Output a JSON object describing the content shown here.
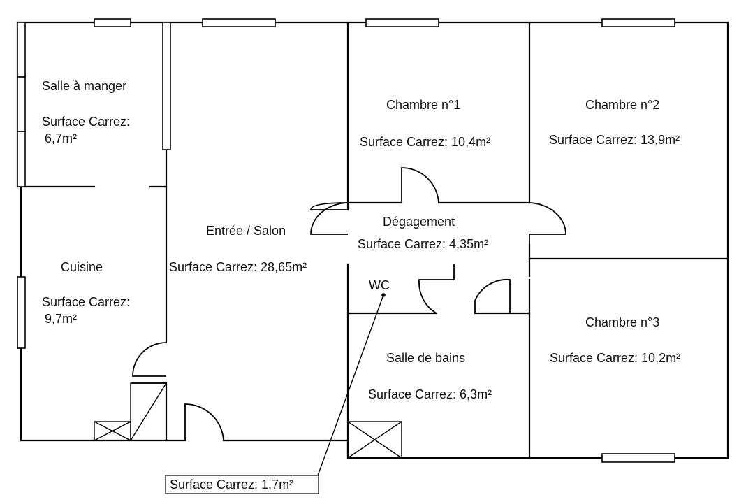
{
  "rooms": {
    "salle_a_manger": {
      "name": "Salle à manger",
      "area_label": "Surface Carrez:",
      "area_value": "6,7m²"
    },
    "cuisine": {
      "name": "Cuisine",
      "area_label": "Surface Carrez:",
      "area_value": "9,7m²"
    },
    "entree_salon": {
      "name": "Entrée / Salon",
      "area": "Surface Carrez: 28,65m²"
    },
    "chambre_1": {
      "name": "Chambre n°1",
      "area": "Surface Carrez: 10,4m²"
    },
    "chambre_2": {
      "name": "Chambre n°2",
      "area": "Surface Carrez: 13,9m²"
    },
    "degagement": {
      "name": "Dégagement",
      "area": "Surface Carrez: 4,35m²"
    },
    "wc": {
      "name": "WC",
      "area": "Surface Carrez: 1,7m²"
    },
    "salle_de_bains": {
      "name": "Salle de bains",
      "area": "Surface Carrez: 6,3m²"
    },
    "chambre_3": {
      "name": "Chambre n°3",
      "area": "Surface Carrez: 10,2m²"
    }
  }
}
